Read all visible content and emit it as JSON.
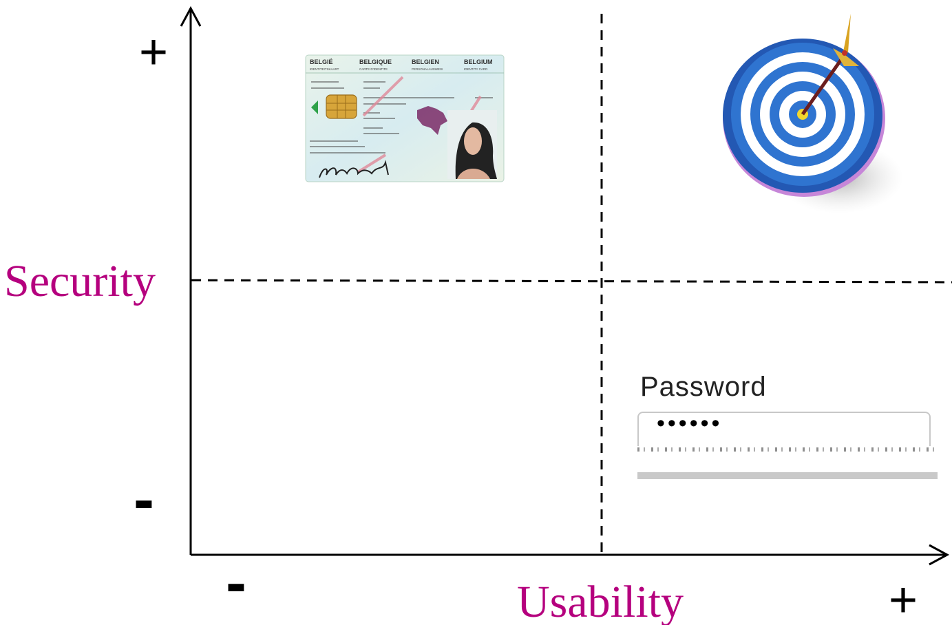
{
  "axes": {
    "y_label": "Security",
    "x_label": "Usability",
    "y_top_sign": "+",
    "y_bottom_sign": "-",
    "x_left_sign": "-",
    "x_right_sign": "+"
  },
  "colors": {
    "axis_label": "#b5007e",
    "axis_line": "#000000",
    "divider": "#000000"
  },
  "quadrants": {
    "top_left": {
      "icon": "id-card-icon",
      "card_text": {
        "countries": [
          "BELGIË",
          "BELGIQUE",
          "BELGIEN",
          "BELGIUM"
        ],
        "card_types": [
          "IDENTITEITSKAART",
          "CARTE D'IDENTITE",
          "PERSONALAUSWEIS",
          "IDENTITY CARD"
        ]
      }
    },
    "top_right": {
      "icon": "target-dart-icon"
    },
    "bottom_right": {
      "icon": "password-field-icon",
      "label": "Password",
      "masked_value": "••••••"
    }
  }
}
